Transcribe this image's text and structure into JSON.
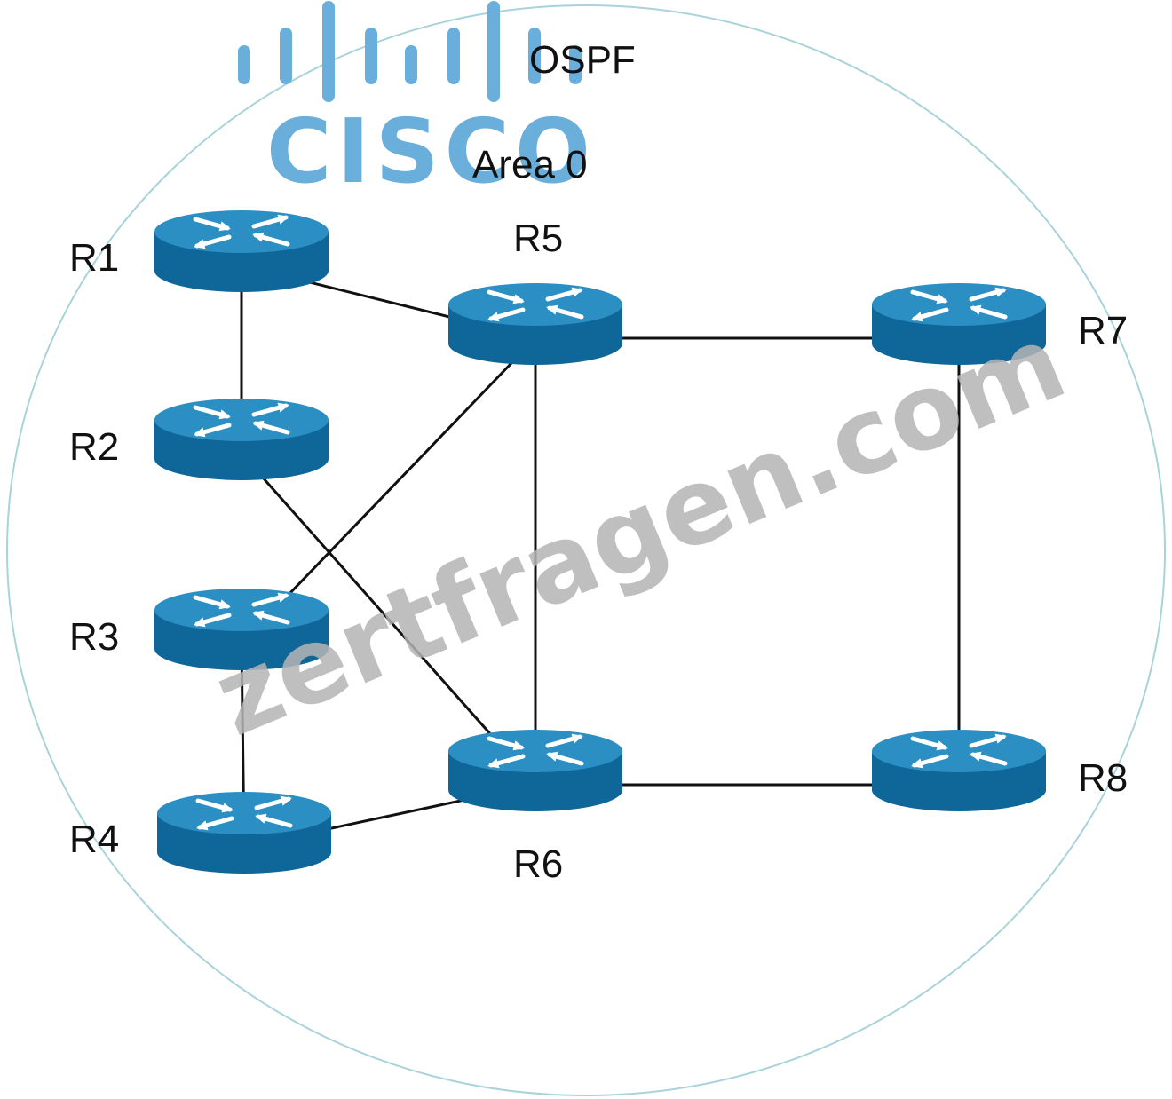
{
  "diagram": {
    "title": "OSPF",
    "area": "Area 0",
    "logo": {
      "text": "CISCO",
      "color": "#6aaedc"
    },
    "watermark": {
      "text": "zertfragen.com",
      "color": "#b5b5b5"
    },
    "boundary_color": "#a9d3da",
    "router_colors": {
      "top": "#2b8fc4",
      "side": "#0f6698",
      "arrow": "#ffffff"
    },
    "routers": [
      {
        "id": "R1",
        "label": "R1"
      },
      {
        "id": "R2",
        "label": "R2"
      },
      {
        "id": "R3",
        "label": "R3"
      },
      {
        "id": "R4",
        "label": "R4"
      },
      {
        "id": "R5",
        "label": "R5"
      },
      {
        "id": "R6",
        "label": "R6"
      },
      {
        "id": "R7",
        "label": "R7"
      },
      {
        "id": "R8",
        "label": "R8"
      }
    ],
    "links": [
      [
        "R1",
        "R2"
      ],
      [
        "R1",
        "R5"
      ],
      [
        "R2",
        "R6"
      ],
      [
        "R3",
        "R5"
      ],
      [
        "R3",
        "R4"
      ],
      [
        "R4",
        "R6"
      ],
      [
        "R5",
        "R6"
      ],
      [
        "R5",
        "R7"
      ],
      [
        "R6",
        "R8"
      ],
      [
        "R7",
        "R8"
      ]
    ]
  }
}
